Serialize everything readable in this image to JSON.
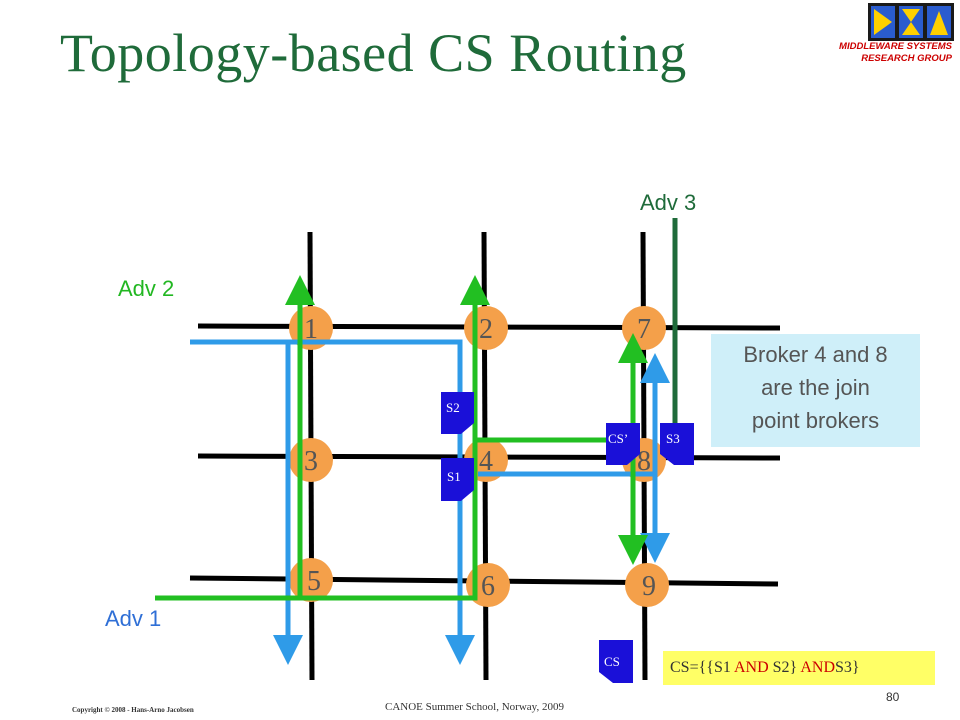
{
  "slide": {
    "title": "Topology-based CS Routing",
    "group_line1": "MIDDLEWARE SYSTEMS",
    "group_line2": "RESEARCH GROUP",
    "footer": "CANOE Summer School, Norway, 2009",
    "copyright": "Copyright © 2008 - Hans-Arno Jacobsen",
    "page_number": "80"
  },
  "diagram": {
    "brokers": [
      "1",
      "2",
      "7",
      "3",
      "4",
      "8",
      "5",
      "6",
      "9"
    ],
    "advertisements": {
      "adv1": "Adv 1",
      "adv2": "Adv 2",
      "adv3": "Adv 3"
    },
    "subscriptions": {
      "s1": "S1",
      "s2": "S2",
      "s3": "S3",
      "cs": "CS",
      "cs_prime": "CS’"
    },
    "note": [
      "Broker 4 and 8",
      "are the join",
      "point  brokers"
    ],
    "formula": {
      "prefix": "CS={{S1 ",
      "and1": "AND",
      "mid": " S2} ",
      "and2": "AND",
      "suffix": "S3}"
    }
  },
  "colors": {
    "title": "#1f6b3a",
    "broker": "#f4a04a",
    "adv1_path": "#2f9be8",
    "adv2_path": "#22bf22",
    "adv3_path": "#1f6b3a",
    "subscription": "#1a10d8",
    "note_bg": "#cfeff9",
    "formula_bg": "#ffff66"
  }
}
